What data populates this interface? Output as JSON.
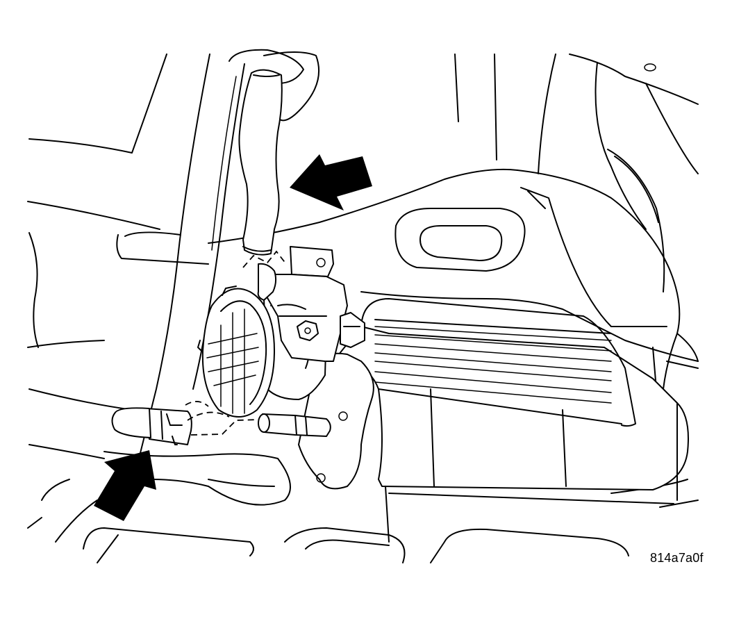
{
  "figure": {
    "id_label": "814a7a0f"
  },
  "callouts": [
    {
      "name": "upper-arrow",
      "target": "hose"
    },
    {
      "name": "lower-arrow",
      "target": "connector"
    }
  ]
}
